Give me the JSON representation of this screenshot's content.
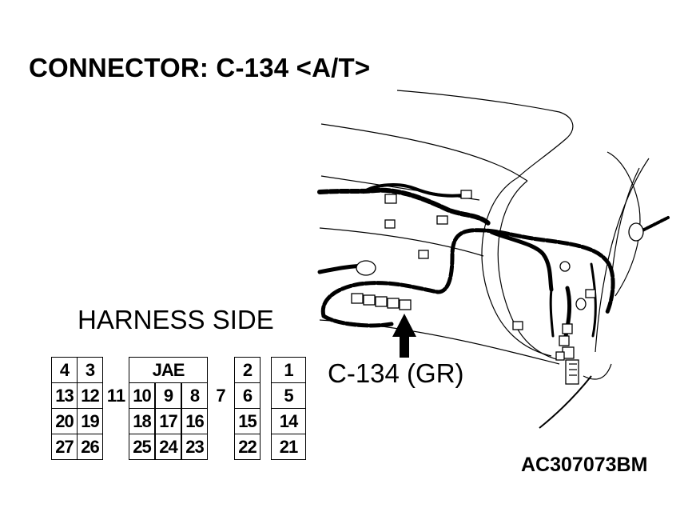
{
  "title": "CONNECTOR: C-134 <A/T>",
  "harness_side_label": "HARNESS SIDE",
  "callout_label": "C-134 (GR)",
  "figure_code": "AC307073BM",
  "connector_id_label": "JAE",
  "pins": {
    "p4": "4",
    "p3": "3",
    "p2": "2",
    "p1": "1",
    "p13": "13",
    "p12": "12",
    "p11": "11",
    "p10": "10",
    "p9": "9",
    "p8": "8",
    "p7": "7",
    "p6": "6",
    "p5": "5",
    "p20": "20",
    "p19": "19",
    "p18": "18",
    "p17": "17",
    "p16": "16",
    "p15": "15",
    "p14": "14",
    "p27": "27",
    "p26": "26",
    "p25": "25",
    "p24": "24",
    "p23": "23",
    "p22": "22",
    "p21": "21"
  }
}
